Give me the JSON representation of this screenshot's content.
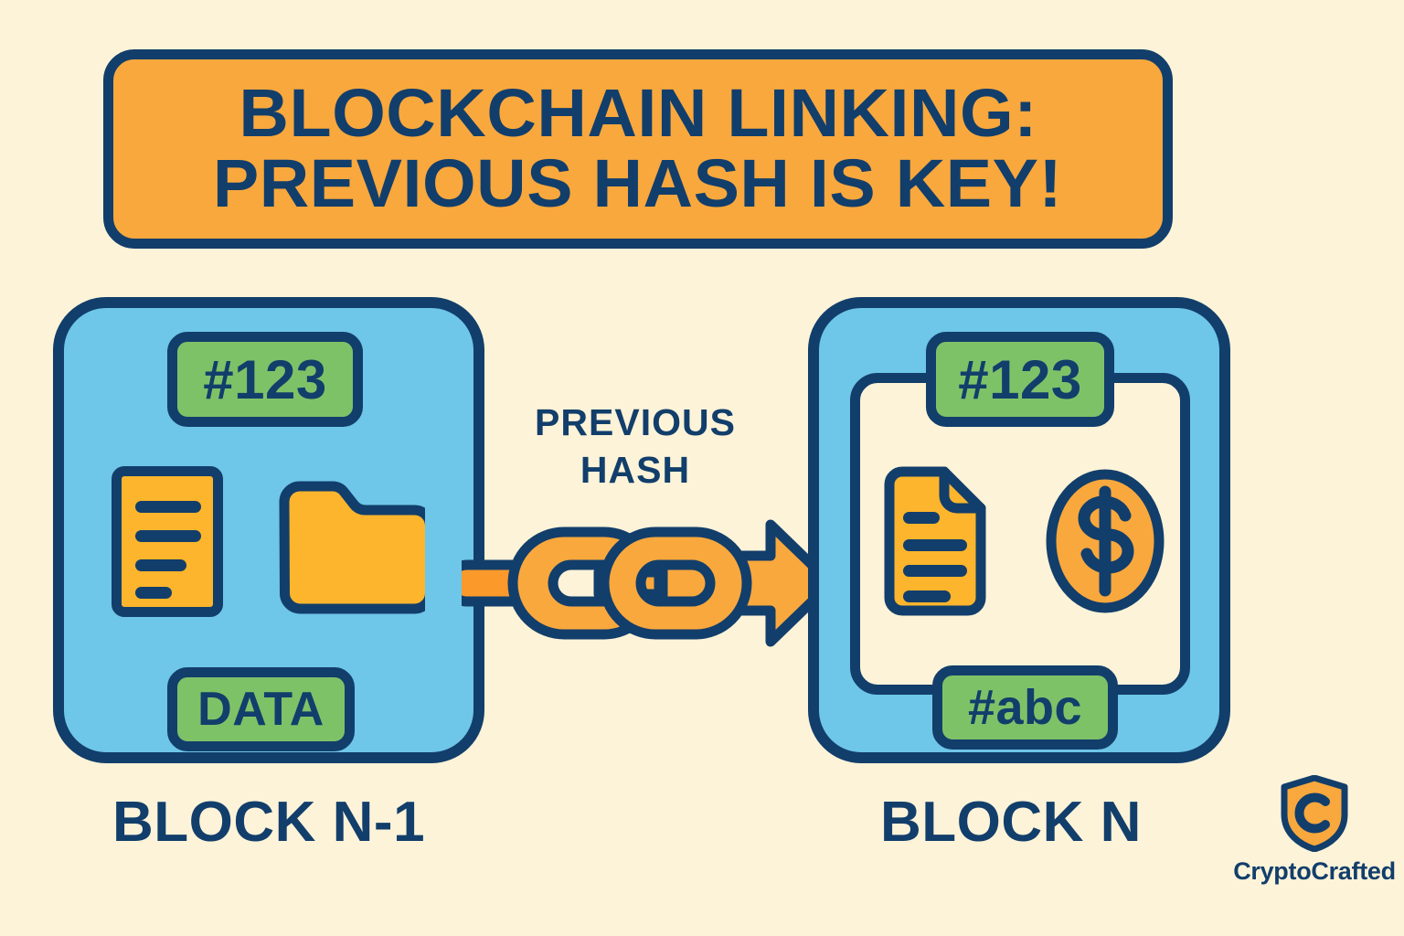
{
  "title": {
    "line1": "BLOCKCHAIN LINKING:",
    "line2": "PREVIOUS HASH IS KEY!"
  },
  "connector": {
    "label_line1": "PREVIOUS",
    "label_line2": "HASH",
    "arrow_icon": "chain-link-arrow-icon"
  },
  "blocks": [
    {
      "caption": "BLOCK N-1",
      "index_badge": "#123",
      "bottom_badge": "DATA",
      "icons": [
        "document-icon",
        "folder-icon"
      ]
    },
    {
      "caption": "BLOCK N",
      "index_badge": "#123",
      "bottom_badge": "#abc",
      "icons": [
        "document-folded-icon",
        "dollar-coin-icon"
      ]
    }
  ],
  "logo": {
    "name": "CryptoCrafted",
    "mark_icon": "shield-c-icon"
  },
  "palette": {
    "background": "#fdf3d8",
    "navy": "#123e6b",
    "orange": "#f9a83d",
    "orange_deep": "#fb9a2b",
    "yellow": "#fcb52c",
    "blue": "#6ec6e8",
    "green": "#7ec268"
  }
}
